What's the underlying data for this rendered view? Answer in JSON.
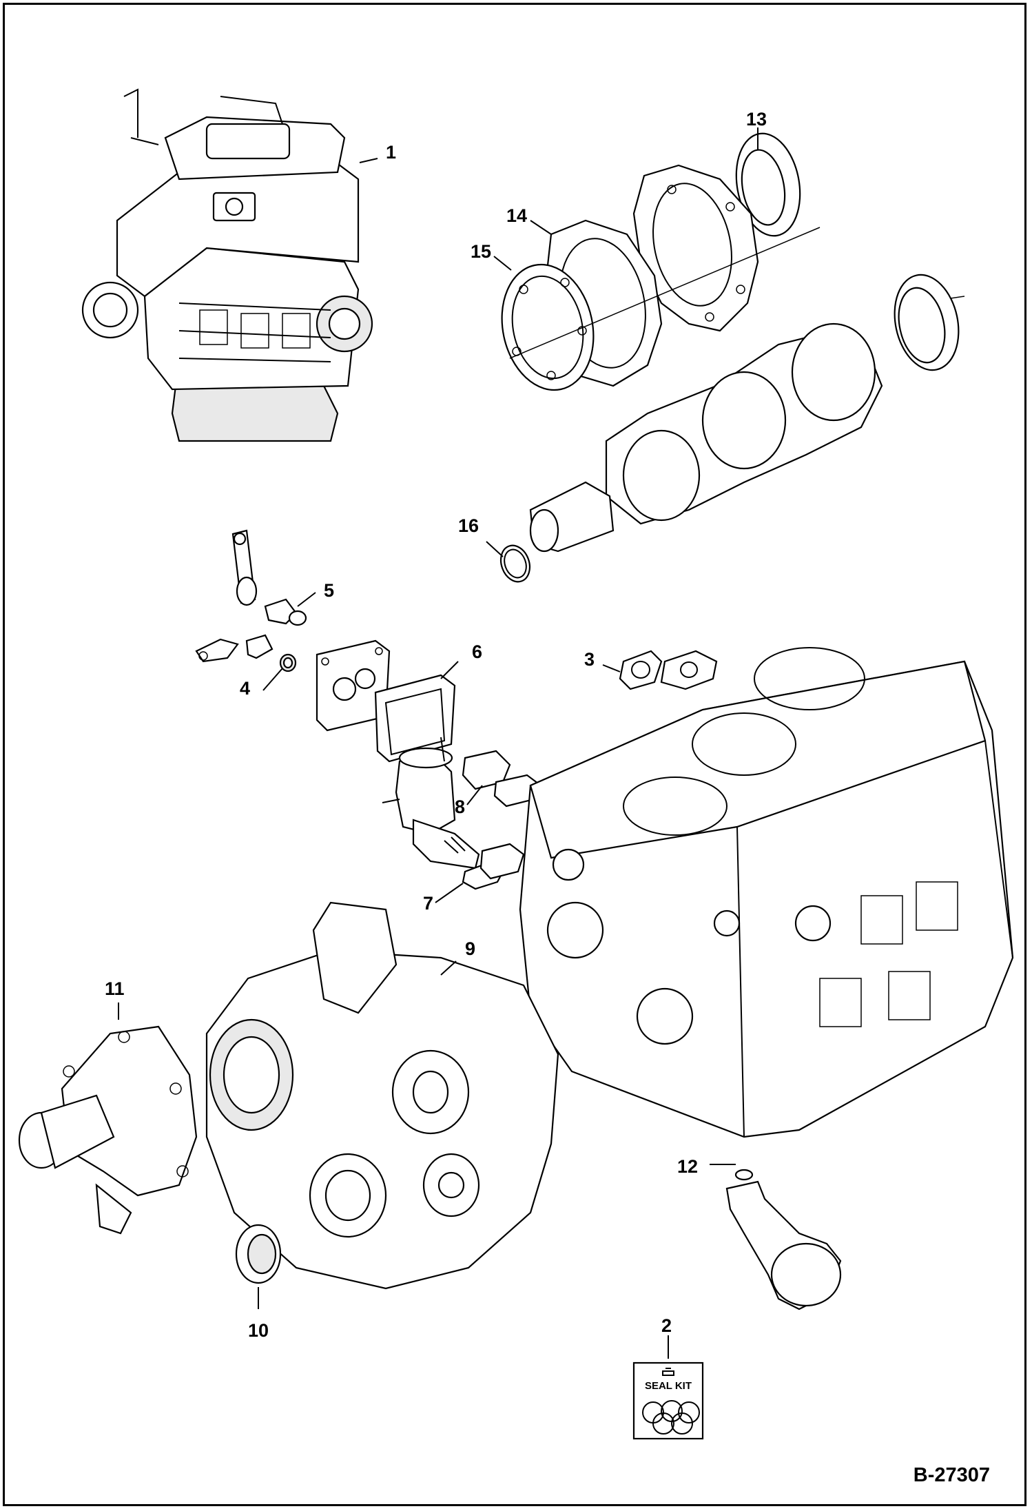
{
  "figure_id": "B-27307",
  "seal_kit_label": "SEAL KIT",
  "callouts": [
    {
      "id": "c1",
      "number": "1"
    },
    {
      "id": "c2",
      "number": "2"
    },
    {
      "id": "c3",
      "number": "3"
    },
    {
      "id": "c4",
      "number": "4"
    },
    {
      "id": "c5",
      "number": "5"
    },
    {
      "id": "c6",
      "number": "6"
    },
    {
      "id": "c7",
      "number": "7"
    },
    {
      "id": "c8",
      "number": "8"
    },
    {
      "id": "c9",
      "number": "9"
    },
    {
      "id": "c10",
      "number": "10"
    },
    {
      "id": "c11",
      "number": "11"
    },
    {
      "id": "c12",
      "number": "12"
    },
    {
      "id": "c13",
      "number": "13"
    },
    {
      "id": "c14",
      "number": "14"
    },
    {
      "id": "c15",
      "number": "15"
    },
    {
      "id": "c16",
      "number": "16"
    }
  ]
}
